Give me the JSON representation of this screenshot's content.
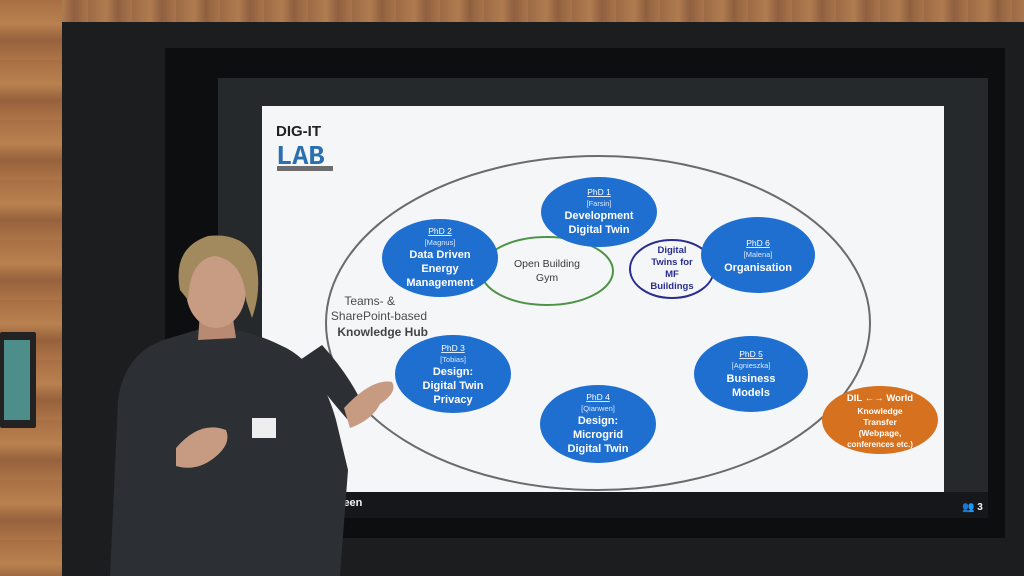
{
  "slide": {
    "logo_line1": "DIG-IT",
    "logo_line2": "LAB",
    "hub_line1": "Teams- &",
    "hub_line2": "SharePoint-based",
    "hub_line3": "Knowledge Hub",
    "open_gym_line1": "Open Building",
    "open_gym_line2": "Gym",
    "twins_mf": [
      "Digital",
      "Twins for",
      "MF",
      "Buildings"
    ],
    "phds": [
      {
        "id": "PhD 1",
        "person": "[Farsin]",
        "lines": [
          "Development",
          "Digital Twin"
        ]
      },
      {
        "id": "PhD 2",
        "person": "[Magnus]",
        "lines": [
          "Data Driven",
          "Energy",
          "Management"
        ]
      },
      {
        "id": "PhD 3",
        "person": "[Tobias]",
        "lines": [
          "Design:",
          "Digital Twin",
          "Privacy"
        ]
      },
      {
        "id": "PhD 4",
        "person": "[Qianwen]",
        "lines": [
          "Design:",
          "Microgrid",
          "Digital Twin"
        ]
      },
      {
        "id": "PhD 5",
        "person": "[Agnieszka]",
        "lines": [
          "Business",
          "Models"
        ]
      },
      {
        "id": "PhD 6",
        "person": "[Malena]",
        "lines": [
          "Organisation"
        ]
      }
    ],
    "dil": [
      "DIL ←→ World",
      "Knowledge",
      "Transfer",
      "(Webpage,",
      "conferences etc.)"
    ],
    "colors": {
      "phd_blue": "#1f6fd1",
      "orange": "#d6711f",
      "green_ring": "#5b9a3c",
      "navy_ring": "#2a2f8f"
    }
  },
  "screen_label": "Vogel's screen",
  "viewer_count": "3"
}
